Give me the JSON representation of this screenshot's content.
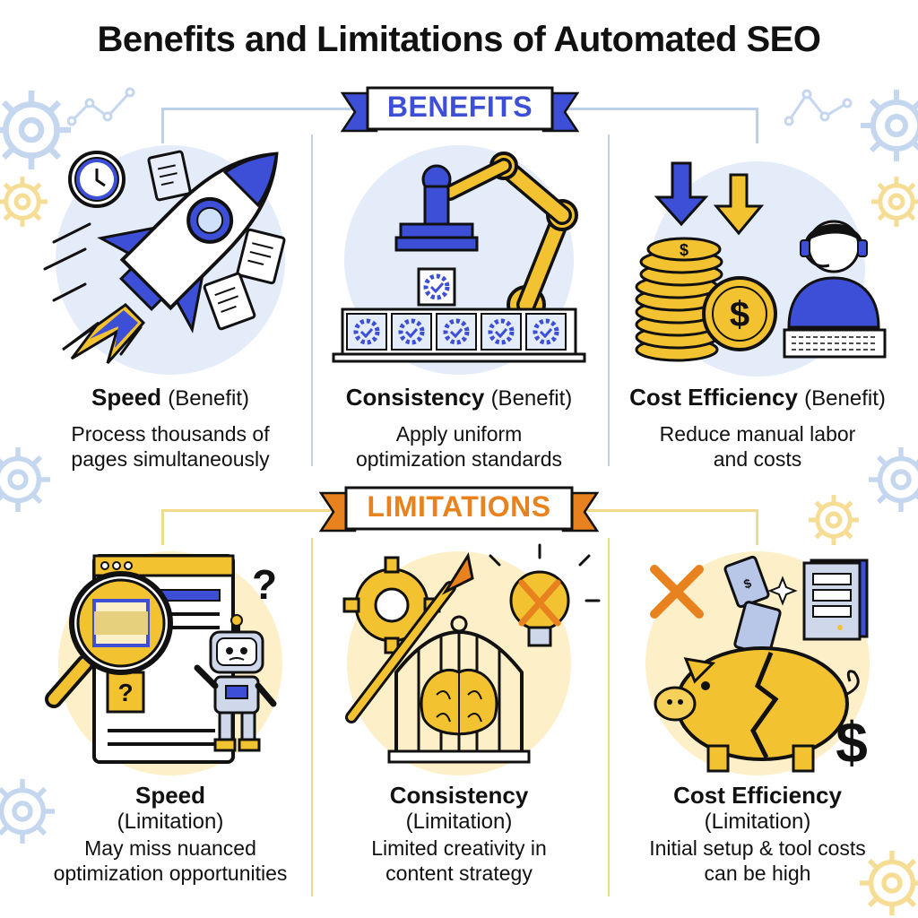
{
  "title": "Benefits and Limitations of Automated SEO",
  "benefits_banner": "BENEFITS",
  "limitations_banner": "LIMITATIONS",
  "colors": {
    "blue": "#3d4fd6",
    "gold": "#f2c230",
    "orange": "#e8821e",
    "light_blue_bg": "#e4ecfa",
    "light_yellow_bg": "#fdf0c9"
  },
  "benefits": [
    {
      "heading": "Speed",
      "tag": "(Benefit)",
      "line1": "Process thousands of",
      "line2": "pages simultaneously",
      "icon": "rocket-icon"
    },
    {
      "heading": "Consistency",
      "tag": "(Benefit)",
      "line1": "Apply uniform",
      "line2": "optimization standards",
      "icon": "robot-arm-icon"
    },
    {
      "heading": "Cost Efficiency",
      "tag": "(Benefit)",
      "line1": "Reduce manual labor",
      "line2": "and costs",
      "icon": "coins-icon"
    }
  ],
  "limitations": [
    {
      "heading": "Speed",
      "tag": "(Limitation)",
      "line1": "May miss nuanced",
      "line2": "optimization opportunities",
      "icon": "magnifier-robot-icon"
    },
    {
      "heading": "Consistency",
      "tag": "(Limitation)",
      "line1": "Limited creativity in",
      "line2": "content strategy",
      "icon": "caged-brain-icon"
    },
    {
      "heading": "Cost Efficiency",
      "tag": "(Limitation)",
      "line1": "Initial setup & tool costs",
      "line2": "can be high",
      "icon": "broken-piggy-bank-icon"
    }
  ]
}
